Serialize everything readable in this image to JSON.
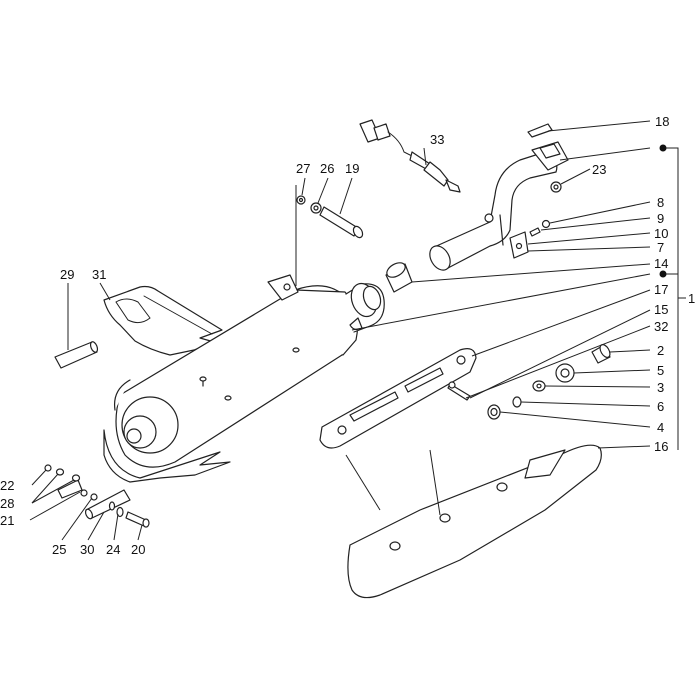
{
  "callouts": [
    {
      "id": "c1",
      "label": "1"
    },
    {
      "id": "c2",
      "label": "2"
    },
    {
      "id": "c3",
      "label": "3"
    },
    {
      "id": "c4",
      "label": "4"
    },
    {
      "id": "c5",
      "label": "5"
    },
    {
      "id": "c6",
      "label": "6"
    },
    {
      "id": "c7",
      "label": "7"
    },
    {
      "id": "c8",
      "label": "8"
    },
    {
      "id": "c9",
      "label": "9"
    },
    {
      "id": "c10",
      "label": "10"
    },
    {
      "id": "c14",
      "label": "14"
    },
    {
      "id": "c15",
      "label": "15"
    },
    {
      "id": "c16",
      "label": "16"
    },
    {
      "id": "c17",
      "label": "17"
    },
    {
      "id": "c18",
      "label": "18"
    },
    {
      "id": "c19",
      "label": "19"
    },
    {
      "id": "c20",
      "label": "20"
    },
    {
      "id": "c21",
      "label": "21"
    },
    {
      "id": "c22",
      "label": "22"
    },
    {
      "id": "c23",
      "label": "23"
    },
    {
      "id": "c24",
      "label": "24"
    },
    {
      "id": "c25",
      "label": "25"
    },
    {
      "id": "c26",
      "label": "26"
    },
    {
      "id": "c27",
      "label": "27"
    },
    {
      "id": "c28",
      "label": "28"
    },
    {
      "id": "c29",
      "label": "29"
    },
    {
      "id": "c30",
      "label": "30"
    },
    {
      "id": "c31",
      "label": "31"
    },
    {
      "id": "c32",
      "label": "32"
    },
    {
      "id": "c33",
      "label": "33"
    }
  ]
}
